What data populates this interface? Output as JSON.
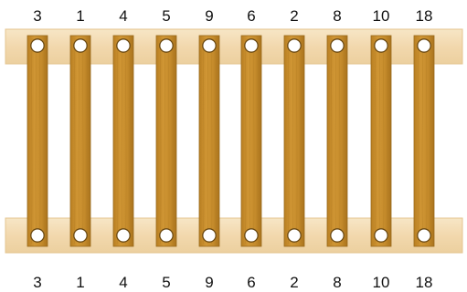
{
  "colors": {
    "rail": "#f3dcb4",
    "rail_edge": "#e6c892",
    "slat": "#c98f2f",
    "slat_edge": "#9a6a1c",
    "grain": "#b37c22",
    "hole": "#ffffff",
    "hole_edge": "#6b4a14"
  },
  "top_labels": [
    "3",
    "1",
    "4",
    "5",
    "9",
    "6",
    "2",
    "8",
    "10",
    "18"
  ],
  "bottom_labels": [
    "3",
    "1",
    "4",
    "5",
    "9",
    "6",
    "2",
    "8",
    "10",
    "18"
  ]
}
